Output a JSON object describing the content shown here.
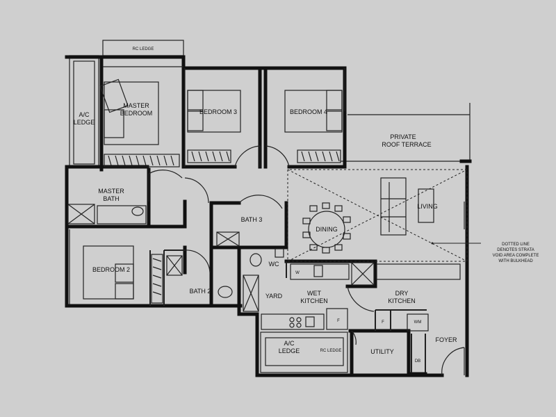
{
  "colors": {
    "background": "#cfcfcf",
    "wall": "#111111",
    "line": "#222222"
  },
  "labels": {
    "rc_ledge_top": "RC LEDGE",
    "ac_ledge_left_1": "A/C",
    "ac_ledge_left_2": "LEDGE",
    "master_bedroom_1": "MASTER",
    "master_bedroom_2": "BEDROOM",
    "bedroom3": "BEDROOM 3",
    "bedroom4": "BEDROOM 4",
    "private_roof_terrace_1": "PRIVATE",
    "private_roof_terrace_2": "ROOF TERRACE",
    "master_bath_1": "MASTER",
    "master_bath_2": "BATH",
    "bath3": "BATH 3",
    "dining": "DINING",
    "living": "LIVING",
    "bedroom2": "BEDROOM 2",
    "bath2": "BATH 2",
    "wc": "WC",
    "yard": "YARD",
    "wet_kitchen_1": "WET",
    "wet_kitchen_2": "KITCHEN",
    "dry_kitchen_1": "DRY",
    "dry_kitchen_2": "KITCHEN",
    "ac_ledge_bottom_1": "A/C",
    "ac_ledge_bottom_2": "LEDGE",
    "rc_ledge_bottom": "RC LEDGE",
    "utility": "UTILITY",
    "foyer": "FOYER",
    "w_mark": "W",
    "f_mark_1": "F",
    "f_mark_2": "F",
    "wm_mark": "WM",
    "db_mark": "DB",
    "note_1": "DOTTED LINE",
    "note_2": "DENOTES STRATA",
    "note_3": "VOID AREA COMPLETE",
    "note_4": "WITH BULKHEAD"
  }
}
